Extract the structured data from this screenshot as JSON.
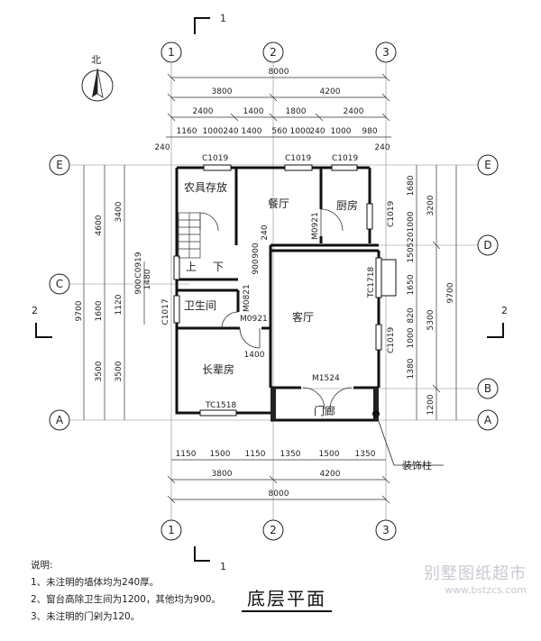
{
  "title": "底层平面",
  "north_label": "北",
  "watermark": {
    "name": "别墅图纸超市",
    "url": "www.bstzcs.com"
  },
  "notes": {
    "heading": "说明:",
    "items": [
      "1、未注明的墙体均为240厚。",
      "2、窗台高除卫生间为1200，其他均为900。",
      "3、未注明的门剁为120。"
    ]
  },
  "axes": {
    "top": [
      "1",
      "2",
      "3"
    ],
    "bottom": [
      "1",
      "2",
      "3"
    ],
    "left": [
      "E",
      "C",
      "A"
    ],
    "right": [
      "E",
      "D",
      "B",
      "A"
    ]
  },
  "section_marks": {
    "top": "1",
    "bottom": "1",
    "left": "2",
    "right": "2"
  },
  "dims": {
    "top_total": "8000",
    "top_axis": [
      "3800",
      "4200"
    ],
    "top_sub": [
      "2400",
      "1400",
      "1800",
      "2400"
    ],
    "top_detail": [
      "1160",
      "1000",
      "240",
      "1400",
      "560",
      "1000",
      "240",
      "1000",
      "980"
    ],
    "top_edge_left": "240",
    "top_edge_right": "240",
    "bottom_detail": [
      "1150",
      "1500",
      "1150",
      "1350",
      "1500",
      "1350"
    ],
    "bottom_axis": [
      "3800",
      "4200"
    ],
    "bottom_total": "8000",
    "left_outer": "9700",
    "left_axis": [
      "4600",
      "1600",
      "3500"
    ],
    "left_sub": [
      "3400",
      "1120",
      "3500"
    ],
    "left_detail": [
      "C0919",
      "900",
      "1480",
      "C1017"
    ],
    "left_inner": [
      "900"
    ],
    "right_outer": "9700",
    "right_axis": [
      "3200",
      "5300",
      "1200"
    ],
    "right_detail": [
      "1680",
      "1000",
      "520",
      "150",
      "1650",
      "820",
      "1000",
      "1380"
    ],
    "inner": [
      "900",
      "240",
      "1400"
    ]
  },
  "rooms": {
    "storage": "农具存放",
    "dining": "餐厅",
    "kitchen": "厨房",
    "stair_up": "上",
    "stair_down": "下",
    "bath": "卫生间",
    "living": "客厅",
    "elder": "长辈房",
    "porch": "门廊"
  },
  "codes": {
    "win_storage": "C1019",
    "win_dining": "C1019",
    "win_kitchen": "C1019",
    "win_kitchen_side": "C1019",
    "door_kitchen": "M0921",
    "win_living_side": "TC1718",
    "win_living_side2": "C1019",
    "door_bath": "M0821",
    "door_bath2": "M0921",
    "door_living": "M1524",
    "win_elder": "TC1518"
  },
  "callout": "装饰柱"
}
